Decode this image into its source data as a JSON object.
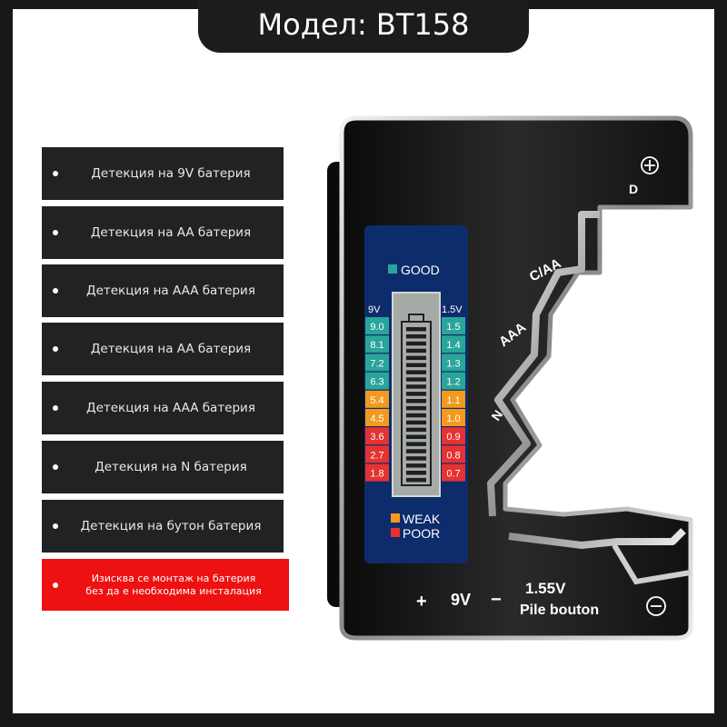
{
  "banner": {
    "model_title": "Модел: BT158"
  },
  "features": [
    {
      "label": "Детекция на 9V батерия"
    },
    {
      "label": "Детекция на AA батерия"
    },
    {
      "label": "Детекция на AAA батерия"
    },
    {
      "label": "Детекция на AA батерия"
    },
    {
      "label": "Детекция на AAA батерия"
    },
    {
      "label": "Детекция на N батерия"
    },
    {
      "label": "Детекция на бутон батерия"
    }
  ],
  "note": {
    "label": "Изисква се монтаж на батерия\nбез да е необходима инсталация"
  },
  "meter": {
    "good": "GOOD",
    "weak": "WEAK",
    "poor": "POOR",
    "left_header": "9V",
    "right_header": "1.5V",
    "left_scale": [
      "9.0",
      "8.1",
      "7.2",
      "6.3",
      "5.4",
      "4.5",
      "3.6",
      "2.7",
      "1.8"
    ],
    "right_scale": [
      "1.5",
      "1.4",
      "1.3",
      "1.2",
      "1.1",
      "1.0",
      "0.9",
      "0.8",
      "0.7"
    ],
    "colors": {
      "good": "#2aa59a",
      "weak": "#f39a1e",
      "poor": "#e53232"
    }
  },
  "device": {
    "slot_d": "D",
    "slot_c_aa": "C/AA",
    "slot_aaa": "AAA",
    "slot_n": "N",
    "plus_sign": "+",
    "minus_sign": "−",
    "volt_9v": "9V",
    "volt_155": "1.55V",
    "pile_bouton": "Pile bouton"
  }
}
